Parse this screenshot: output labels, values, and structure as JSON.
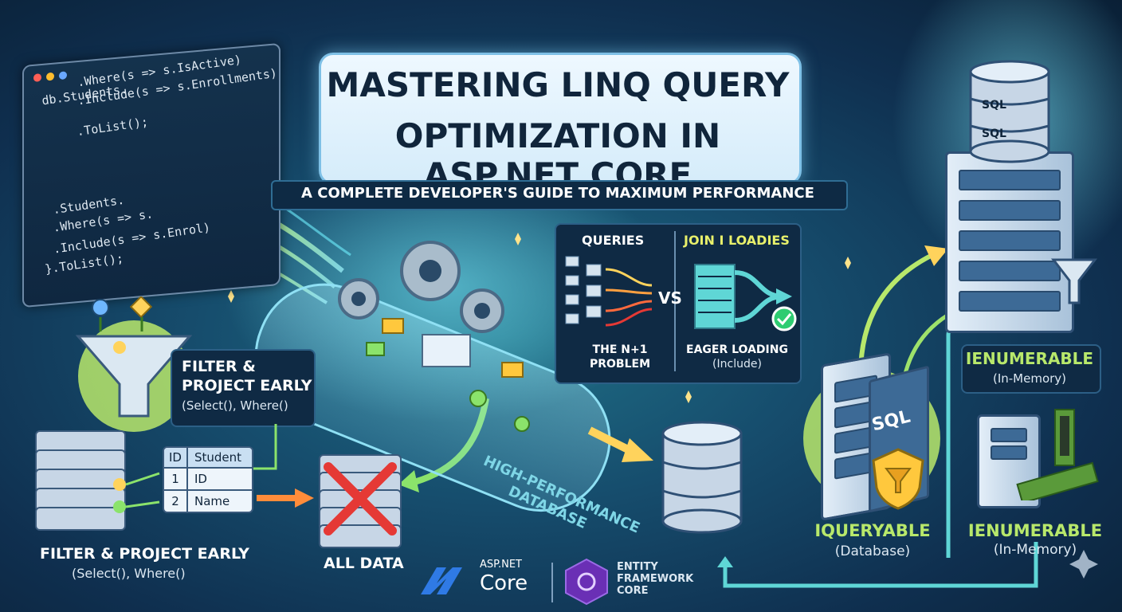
{
  "title": {
    "line1": "MASTERING LINQ QUERY",
    "line2": "OPTIMIZATION IN ASP.NET CORE",
    "subtitle": "A COMPLETE DEVELOPER'S GUIDE TO MAXIMUM PERFORMANCE"
  },
  "code_panel": {
    "lines_top": [
      "db.Students.",
      ".Where(s => s.IsActive)",
      ".Include(s => s.Enrollments)",
      ".ToList();"
    ],
    "lines_bottom": [
      ".Students.",
      ".Where(s => s.",
      ".Include(s => s.Enrol)",
      "}.ToList();"
    ]
  },
  "filter_panel": {
    "heading_line1": "FILTER &",
    "heading_line2": "PROJECT EARLY",
    "sub": "(Select(), Where()"
  },
  "projection_table": {
    "headers": [
      "ID",
      "Student"
    ],
    "rows": [
      [
        "1",
        "ID"
      ],
      [
        "2",
        "Name"
      ]
    ]
  },
  "bottom_left": {
    "heading": "FILTER & PROJECT EARLY",
    "sub": "(Select(), Where()"
  },
  "all_data_label": "ALL DATA",
  "pipe_label_line1": "HIGH-PERFORMANCE",
  "pipe_label_line2": "DATABASE",
  "comparison": {
    "left_title": "QUERIES",
    "vs": "VS",
    "right_title": "JOIN I LOADIES",
    "left_caption_line1": "THE N+1",
    "left_caption_line2": "PROBLEM",
    "right_caption_line1": "EAGER LOADING",
    "right_caption_line2": "(Include)"
  },
  "iqueryable": {
    "title": "IQUERYABLE",
    "sub": "(Database)",
    "server_label": "SQL"
  },
  "ienumerable_top": {
    "title": "IENUMERABLE",
    "sub": "(In-Memory)"
  },
  "ienumerable_bottom": {
    "title": "IENUMERABLE",
    "sub": "(In-Memory)"
  },
  "tower": {
    "label1": "SQL",
    "label2": "SQL"
  },
  "logos": {
    "aspnet_line1": "ASP.NET",
    "aspnet_line2": "Core",
    "ef_line1": "ENTITY",
    "ef_line2": "FRAMEWORK",
    "ef_line3": "CORE"
  },
  "colors": {
    "accent": "#8be36b",
    "arrow": "#ffd35c",
    "cross": "#e53935",
    "check": "#2ecc71"
  }
}
